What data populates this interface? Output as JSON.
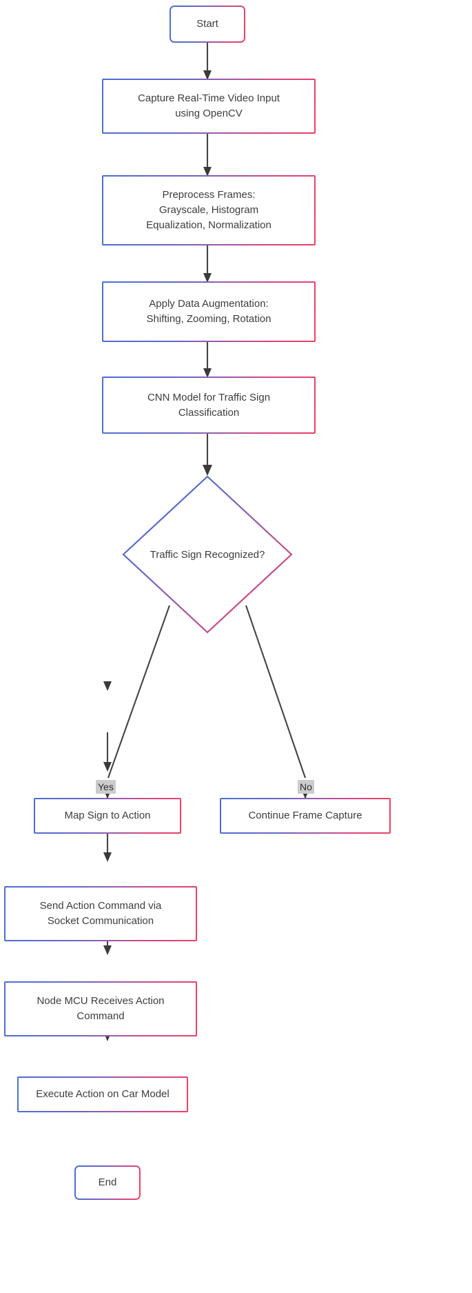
{
  "diagram": {
    "title": "Traffic Sign Recognition System Flowchart",
    "type": "flowchart",
    "colors": {
      "border_gradient_start": "#4a6fd4",
      "border_gradient_end": "#ef3f63",
      "edge_stroke": "#444444",
      "node_fill": "#ffffff",
      "edge_label_background": "#cccccc",
      "text": "#3d3d3d"
    },
    "nodes": [
      {
        "id": "start",
        "shape": "rounded-rect",
        "label": "Start"
      },
      {
        "id": "capture",
        "shape": "rect",
        "label": "Capture Real-Time Video Input using OpenCV"
      },
      {
        "id": "preprocess",
        "shape": "rect",
        "label": "Preprocess Frames: Grayscale, Histogram Equalization, Normalization"
      },
      {
        "id": "augment",
        "shape": "rect",
        "label": "Apply Data Augmentation: Shifting, Zooming, Rotation"
      },
      {
        "id": "cnn",
        "shape": "rect",
        "label": "CNN Model for Traffic Sign Classification"
      },
      {
        "id": "decision",
        "shape": "diamond",
        "label": "Traffic Sign Recognized?"
      },
      {
        "id": "map_action",
        "shape": "rect",
        "label": "Map Sign to Action"
      },
      {
        "id": "continue",
        "shape": "rect",
        "label": "Continue Frame Capture"
      },
      {
        "id": "send",
        "shape": "rect",
        "label": "Send Action Command via Socket Communication"
      },
      {
        "id": "nodemcu",
        "shape": "rect",
        "label": "Node MCU Receives Action Command"
      },
      {
        "id": "execute",
        "shape": "rect",
        "label": "Execute Action on Car Model"
      },
      {
        "id": "end",
        "shape": "rounded-rect",
        "label": "End"
      }
    ],
    "node_lines": {
      "start": [
        "Start"
      ],
      "capture": [
        "Capture Real-Time Video Input",
        "using OpenCV"
      ],
      "preprocess": [
        "Preprocess Frames:",
        "Grayscale, Histogram",
        "Equalization, Normalization"
      ],
      "augment": [
        "Apply Data Augmentation:",
        "Shifting, Zooming, Rotation"
      ],
      "cnn": [
        "CNN Model for Traffic Sign",
        "Classification"
      ],
      "decision": [
        "Traffic Sign Recognized?"
      ],
      "map_action": [
        "Map Sign to Action"
      ],
      "continue": [
        "Continue Frame Capture"
      ],
      "send": [
        "Send Action Command via",
        "Socket Communication"
      ],
      "nodemcu": [
        "Node MCU Receives Action",
        "Command"
      ],
      "execute": [
        "Execute Action on Car Model"
      ],
      "end": [
        "End"
      ]
    },
    "edges": [
      {
        "from": "start",
        "to": "capture",
        "label": ""
      },
      {
        "from": "capture",
        "to": "preprocess",
        "label": ""
      },
      {
        "from": "preprocess",
        "to": "augment",
        "label": ""
      },
      {
        "from": "augment",
        "to": "cnn",
        "label": ""
      },
      {
        "from": "cnn",
        "to": "decision",
        "label": ""
      },
      {
        "from": "decision",
        "to": "map_action",
        "label": "Yes"
      },
      {
        "from": "decision",
        "to": "continue",
        "label": "No"
      },
      {
        "from": "map_action",
        "to": "send",
        "label": ""
      },
      {
        "from": "send",
        "to": "nodemcu",
        "label": ""
      },
      {
        "from": "nodemcu",
        "to": "execute",
        "label": ""
      },
      {
        "from": "execute",
        "to": "end",
        "label": ""
      }
    ],
    "edge_labels": {
      "yes": "Yes",
      "no": "No"
    }
  }
}
